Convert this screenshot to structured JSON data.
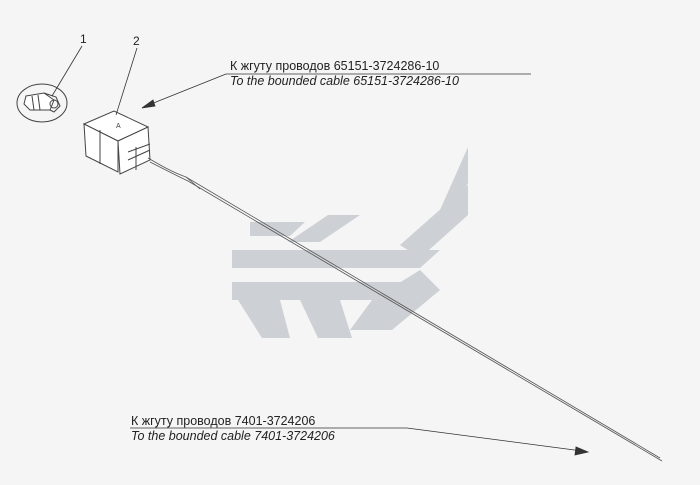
{
  "callouts": {
    "top": {
      "ru": "К жгуту проводов 65151-3724286-10",
      "en": "To the bounded cable 65151-3724286-10"
    },
    "bottom": {
      "ru": "К жгуту проводов 7401-3724206",
      "en": "To the bounded cable 7401-3724206"
    }
  },
  "part_numbers": {
    "p1": "1",
    "p2": "2"
  },
  "watermark_color": "#c9cdd1"
}
